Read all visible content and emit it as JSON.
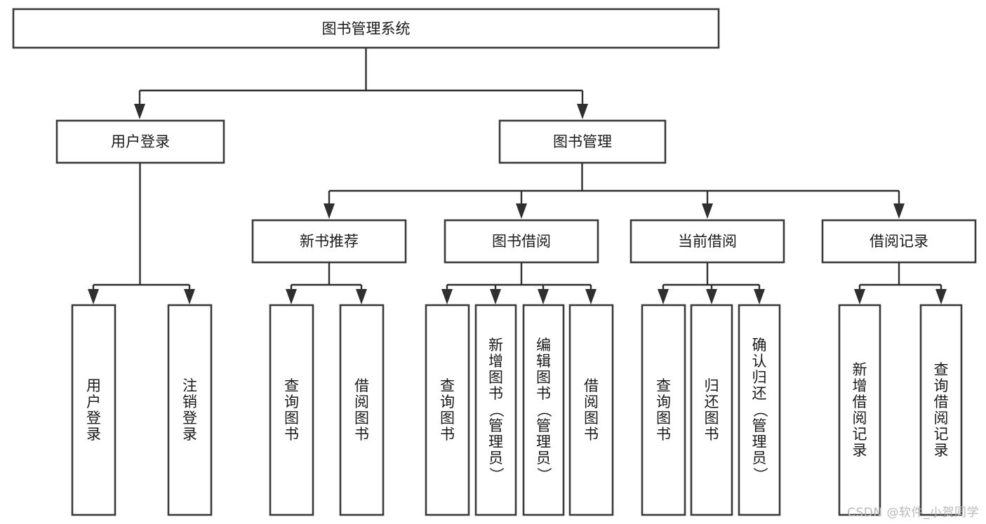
{
  "diagram": {
    "type": "tree-hierarchy",
    "title": "图书管理系统",
    "orientation": "top-down",
    "levels": 4,
    "root": {
      "id": "root",
      "label": "图书管理系统",
      "text_orientation": "horizontal"
    },
    "level2": [
      {
        "id": "user-login",
        "label": "用户登录",
        "text_orientation": "horizontal"
      },
      {
        "id": "book-manage",
        "label": "图书管理",
        "text_orientation": "horizontal"
      }
    ],
    "level3": [
      {
        "id": "new-book-rec",
        "label": "新书推荐",
        "parent": "book-manage",
        "text_orientation": "horizontal"
      },
      {
        "id": "book-borrow",
        "label": "图书借阅",
        "parent": "book-manage",
        "text_orientation": "horizontal"
      },
      {
        "id": "current-borrow",
        "label": "当前借阅",
        "parent": "book-manage",
        "text_orientation": "horizontal"
      },
      {
        "id": "borrow-record",
        "label": "借阅记录",
        "parent": "book-manage",
        "text_orientation": "horizontal"
      }
    ],
    "leaves": [
      {
        "id": "leaf-user-login",
        "label": "用户登录",
        "parent": "user-login",
        "text_orientation": "vertical"
      },
      {
        "id": "leaf-logout",
        "label": "注销登录",
        "parent": "user-login",
        "text_orientation": "vertical"
      },
      {
        "id": "leaf-query-book-1",
        "label": "查询图书",
        "parent": "new-book-rec",
        "text_orientation": "vertical"
      },
      {
        "id": "leaf-borrow-book-1",
        "label": "借阅图书",
        "parent": "new-book-rec",
        "text_orientation": "vertical"
      },
      {
        "id": "leaf-query-book-2",
        "label": "查询图书",
        "parent": "book-borrow",
        "text_orientation": "vertical"
      },
      {
        "id": "leaf-add-book",
        "label": "新增图书（管理员）",
        "parent": "book-borrow",
        "text_orientation": "vertical"
      },
      {
        "id": "leaf-edit-book",
        "label": "编辑图书（管理员）",
        "parent": "book-borrow",
        "text_orientation": "vertical"
      },
      {
        "id": "leaf-borrow-book-2",
        "label": "借阅图书",
        "parent": "book-borrow",
        "text_orientation": "vertical"
      },
      {
        "id": "leaf-query-book-3",
        "label": "查询图书",
        "parent": "current-borrow",
        "text_orientation": "vertical"
      },
      {
        "id": "leaf-return-book",
        "label": "归还图书",
        "parent": "current-borrow",
        "text_orientation": "vertical"
      },
      {
        "id": "leaf-confirm-return",
        "label": "确认归还（管理员）",
        "parent": "current-borrow",
        "text_orientation": "vertical"
      },
      {
        "id": "leaf-add-record",
        "label": "新增借阅记录",
        "parent": "borrow-record",
        "text_orientation": "vertical"
      },
      {
        "id": "leaf-query-record",
        "label": "查询借阅记录",
        "parent": "borrow-record",
        "text_orientation": "vertical"
      }
    ],
    "colors": {
      "box_stroke": "#3a3a3a",
      "connector": "#2f2f2f",
      "text": "#1a1a1a",
      "background": "#ffffff",
      "watermark": "#b9b9b9"
    }
  },
  "watermark": {
    "text": "CSDN @软件_小贺同学"
  }
}
